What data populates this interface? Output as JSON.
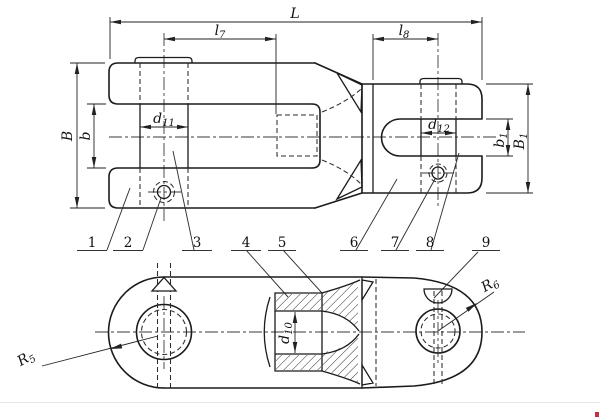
{
  "drawing": {
    "views": {
      "main": "top-view",
      "section": "bottom-view"
    }
  },
  "colors": {
    "line": "#1b1b1b",
    "thin_line": "#2b2b2b",
    "text": "#111111",
    "frame_line": "#e8e8e8",
    "corner_dot": "#c03344"
  },
  "dimensions": {
    "L": {
      "base": "L",
      "sub": ""
    },
    "l7": {
      "base": "l",
      "sub": "7"
    },
    "l8": {
      "base": "l",
      "sub": "8"
    },
    "B": {
      "base": "B",
      "sub": ""
    },
    "b": {
      "base": "b",
      "sub": ""
    },
    "d11": {
      "base": "d",
      "sub": "11"
    },
    "d12": {
      "base": "d",
      "sub": "12"
    },
    "b1": {
      "base": "b",
      "sub": "1"
    },
    "B1": {
      "base": "B",
      "sub": "1"
    },
    "d10": {
      "base": "d",
      "sub": "10"
    },
    "R5": {
      "base": "R",
      "sub": "5"
    },
    "R6": {
      "base": "R",
      "sub": "6"
    }
  },
  "callouts": [
    "1",
    "2",
    "3",
    "4",
    "5",
    "6",
    "7",
    "8",
    "9"
  ]
}
